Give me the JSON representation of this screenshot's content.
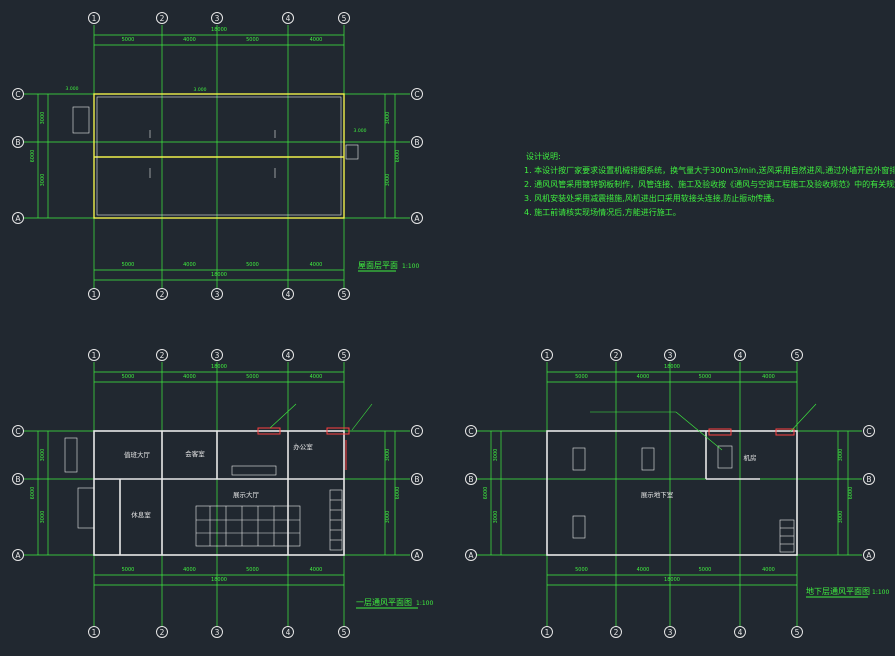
{
  "drawing": {
    "grid_numbers": [
      "1",
      "2",
      "3",
      "4",
      "5"
    ],
    "grid_letters": [
      "A",
      "B",
      "C"
    ],
    "dims_top": [
      "5000",
      "4000",
      "5000",
      "4000"
    ],
    "dims_top_total": "18000",
    "dims_side": [
      "3000",
      "3000"
    ],
    "dims_side_total": "6000",
    "roof_dim_note": "3.000",
    "roof_title": "屋面层平面",
    "ground_title": "一层通风平面图",
    "basement_title": "地下层通风平面图",
    "scale": "1:100",
    "rooms_ground": [
      "值班大厅",
      "会客室",
      "办公室",
      "休息室",
      "展示大厅"
    ],
    "rooms_basement": [
      "机房",
      "展示地下室"
    ],
    "notes_title": "设计说明:",
    "notes": [
      "1. 本设计按厂家要求设置机械排烟系统，换气量大于300m3/min,送风采用自然进风,通过外墙开启外窗排风。",
      "2. 通风风管采用镀锌钢板制作，风管连接、施工及验收按《通风与空调工程施工及验收规范》中的有关规定执行。",
      "3. 风机安装处采用减震措施,风机进出口采用软接头连接,防止振动传播。",
      "4. 施工前请核实现场情况后,方能进行施工。"
    ]
  }
}
